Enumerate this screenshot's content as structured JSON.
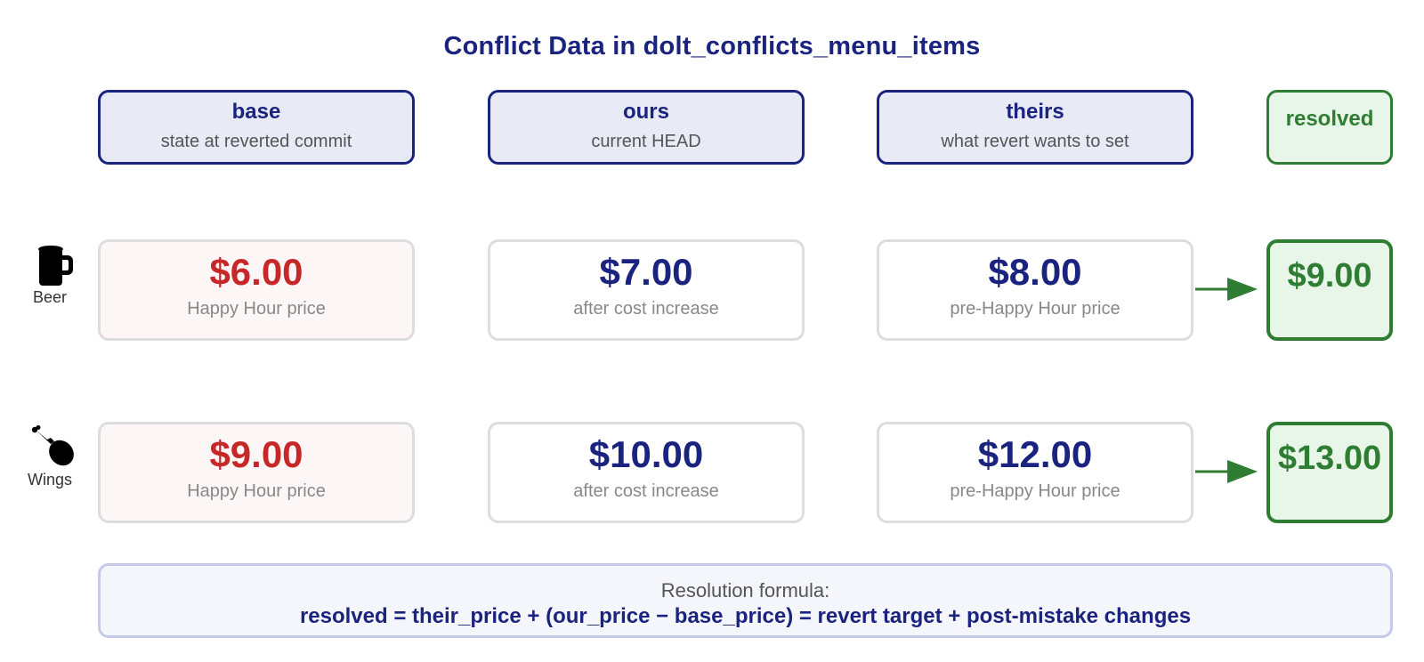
{
  "title": "Conflict Data in dolt_conflicts_menu_items",
  "columns": [
    {
      "title": "base",
      "subtitle": "state at reverted commit"
    },
    {
      "title": "ours",
      "subtitle": "current HEAD"
    },
    {
      "title": "theirs",
      "subtitle": "what revert wants to set"
    },
    {
      "title": "resolved"
    }
  ],
  "rows": [
    {
      "label": "Beer",
      "icon": "beer-mug-icon",
      "base": {
        "price": "$6.00",
        "note": "Happy Hour price"
      },
      "ours": {
        "price": "$7.00",
        "note": "after cost increase"
      },
      "theirs": {
        "price": "$8.00",
        "note": "pre-Happy Hour price"
      },
      "resolved": "$9.00"
    },
    {
      "label": "Wings",
      "icon": "chicken-drumstick-icon",
      "base": {
        "price": "$9.00",
        "note": "Happy Hour price"
      },
      "ours": {
        "price": "$10.00",
        "note": "after cost increase"
      },
      "theirs": {
        "price": "$12.00",
        "note": "pre-Happy Hour price"
      },
      "resolved": "$13.00"
    }
  ],
  "formula": {
    "label": "Resolution formula:",
    "text": "resolved = their_price + (our_price − base_price) = revert target + post-mistake changes"
  },
  "colors": {
    "navy": "#1a237e",
    "red": "#c62828",
    "green": "#2e7d32",
    "header_fill": "#e8eaf6",
    "resolved_fill": "#e8f5e9"
  }
}
